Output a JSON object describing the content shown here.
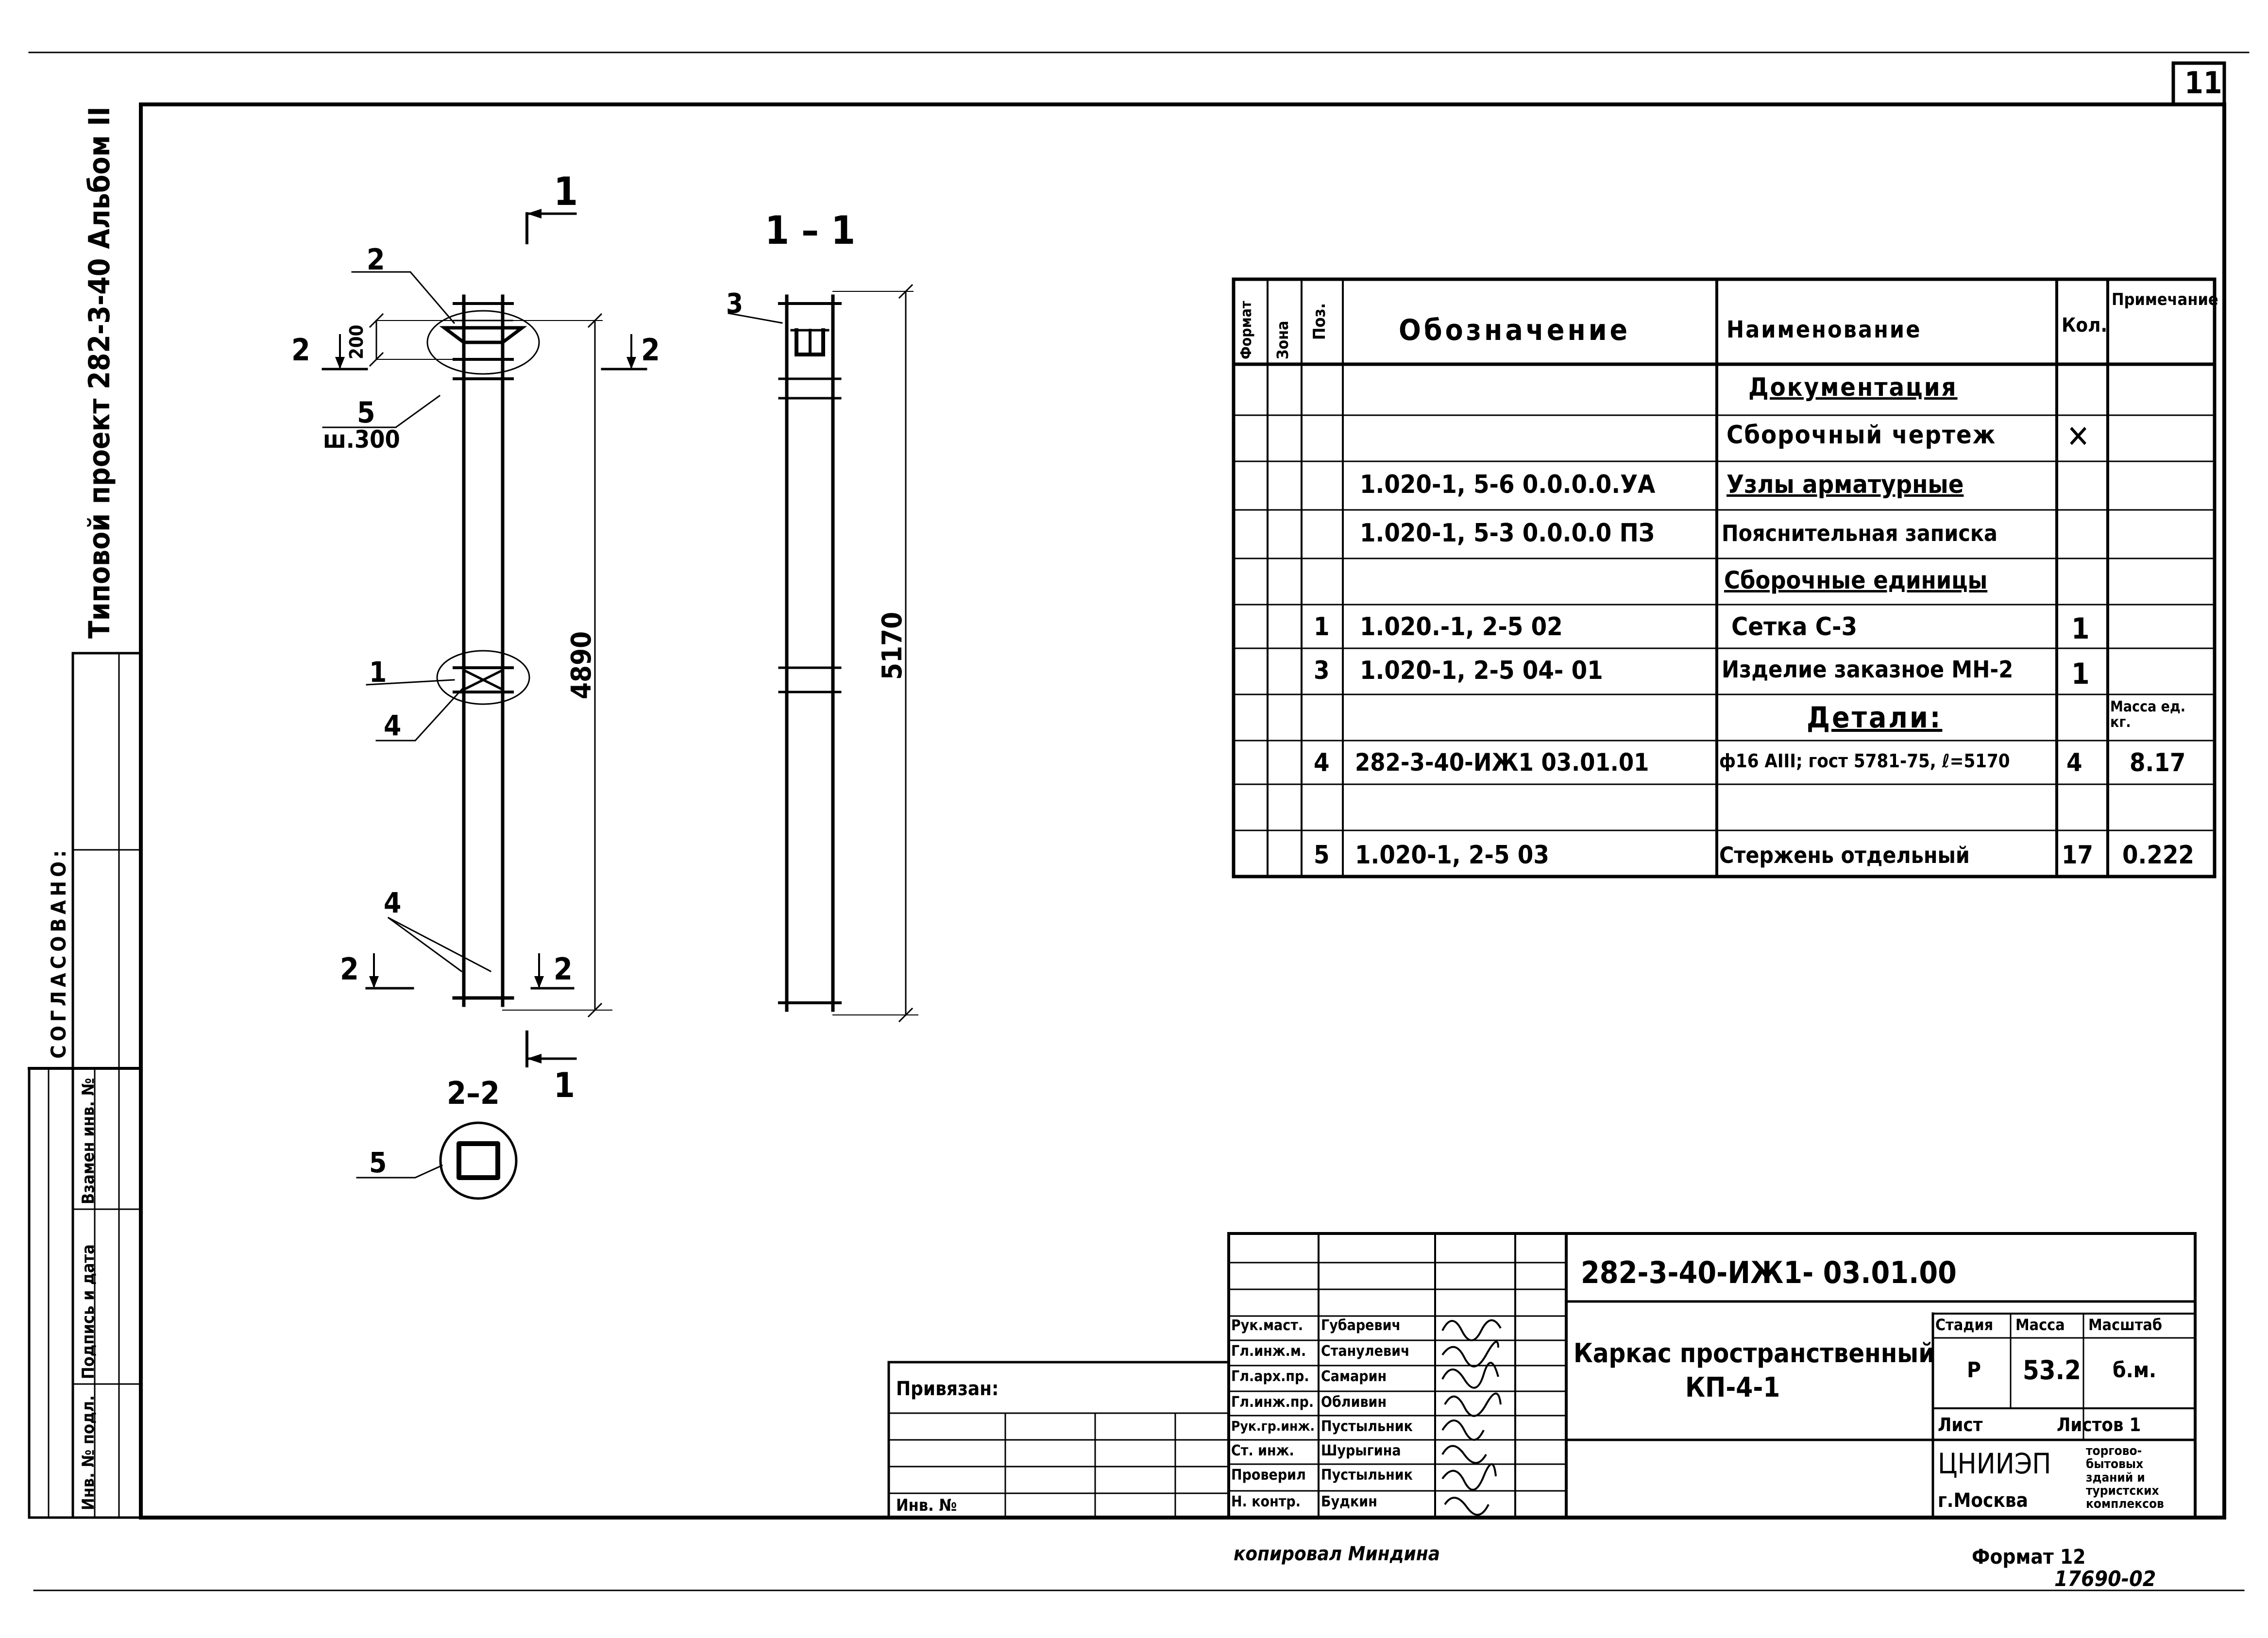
{
  "sheet_number": "11",
  "left_strip": {
    "project_title": "Типовой проект 282-3-40  Альбом II",
    "agreed": "СОГЛАСОВАНО:",
    "stamp_cols": [
      "Инв. № подл.",
      "Подпись и дата",
      "Взамен инв. №"
    ]
  },
  "drawing": {
    "section_mark_top": "1",
    "section_mark_bottom": "1",
    "section_title": "1 – 1",
    "section_2_2": "2–2",
    "mark_2_labels": [
      "2",
      "2",
      "2",
      "2"
    ],
    "callouts": [
      "2",
      "5",
      "1",
      "4",
      "4",
      "3",
      "5"
    ],
    "step_note": "ш.300",
    "dim_200": "200",
    "dim_4890": "4890",
    "dim_5170": "5170"
  },
  "spec_table": {
    "headers": [
      "Формат",
      "Зона",
      "Поз.",
      "Обозначение",
      "Наименование",
      "Кол.",
      "Примечание"
    ],
    "rows": [
      {
        "pos": "",
        "designation": "",
        "name": "Документация",
        "qty": "",
        "note": ""
      },
      {
        "pos": "",
        "designation": "",
        "name": "Сборочный чертеж",
        "qty": "✕",
        "note": ""
      },
      {
        "pos": "",
        "designation": "1.020-1, 5-6     0.0.0.0.УА",
        "name": "Узлы арматурные",
        "qty": "",
        "note": ""
      },
      {
        "pos": "",
        "designation": "1.020-1, 5-3     0.0.0.0 ПЗ",
        "name": "Пояснительная записка",
        "qty": "",
        "note": ""
      },
      {
        "pos": "",
        "designation": "",
        "name": "Сборочные единицы",
        "qty": "",
        "note": ""
      },
      {
        "pos": "1",
        "designation": "1.020.-1, 2-5    02",
        "name": "Сетка  С-3",
        "qty": "1",
        "note": ""
      },
      {
        "pos": "3",
        "designation": "1.020-1, 2-5    04- 01",
        "name": "Изделие заказное МН-2",
        "qty": "1",
        "note": ""
      },
      {
        "pos": "",
        "designation": "",
        "name": "Детали:",
        "qty": "",
        "note": "Масса ед. кг."
      },
      {
        "pos": "4",
        "designation": "282-3-40-ИЖ1     03.01.01",
        "name": "ф16 АIII; гост 5781-75, ℓ=5170",
        "qty": "4",
        "note": "8.17"
      },
      {
        "pos": "5",
        "designation": "1.020-1, 2-5        03",
        "name": "Стержень отдельный",
        "qty": "17",
        "note": "0.222"
      }
    ]
  },
  "title_block": {
    "doc_code": "282-3-40-ИЖ1- 03.01.00",
    "title_line1": "Каркас пространственный",
    "title_line2": "КП-4-1",
    "stage_label": "Стадия",
    "mass_label": "Масса",
    "scale_label": "Масштаб",
    "stage": "Р",
    "mass": "53.2",
    "scale": "б.м.",
    "sheet_label": "Лист",
    "sheets_label": "Листов 1",
    "org": "ЦНИИЭП",
    "city": "г.Москва",
    "org_note": "торгово-бытовых зданий и туристских комплексов",
    "binding": "Привязан:",
    "inv": "Инв. №",
    "roles": [
      "Рук.маст.",
      "Гл.инж.м.",
      "Гл.арх.пр.",
      "Гл.инж.пр.",
      "Рук.гр.инж.",
      "Ст. инж.",
      "Проверил",
      "Н. контр."
    ],
    "names": [
      "Губаревич",
      "Станулевич",
      "Самарин",
      "Обливин",
      "Пустыльник",
      "Шурыгина",
      "Пустыльник",
      "Будкин"
    ]
  },
  "footer": {
    "copied": "копировал Миндина",
    "format": "Формат 12",
    "order": "17690-02"
  }
}
